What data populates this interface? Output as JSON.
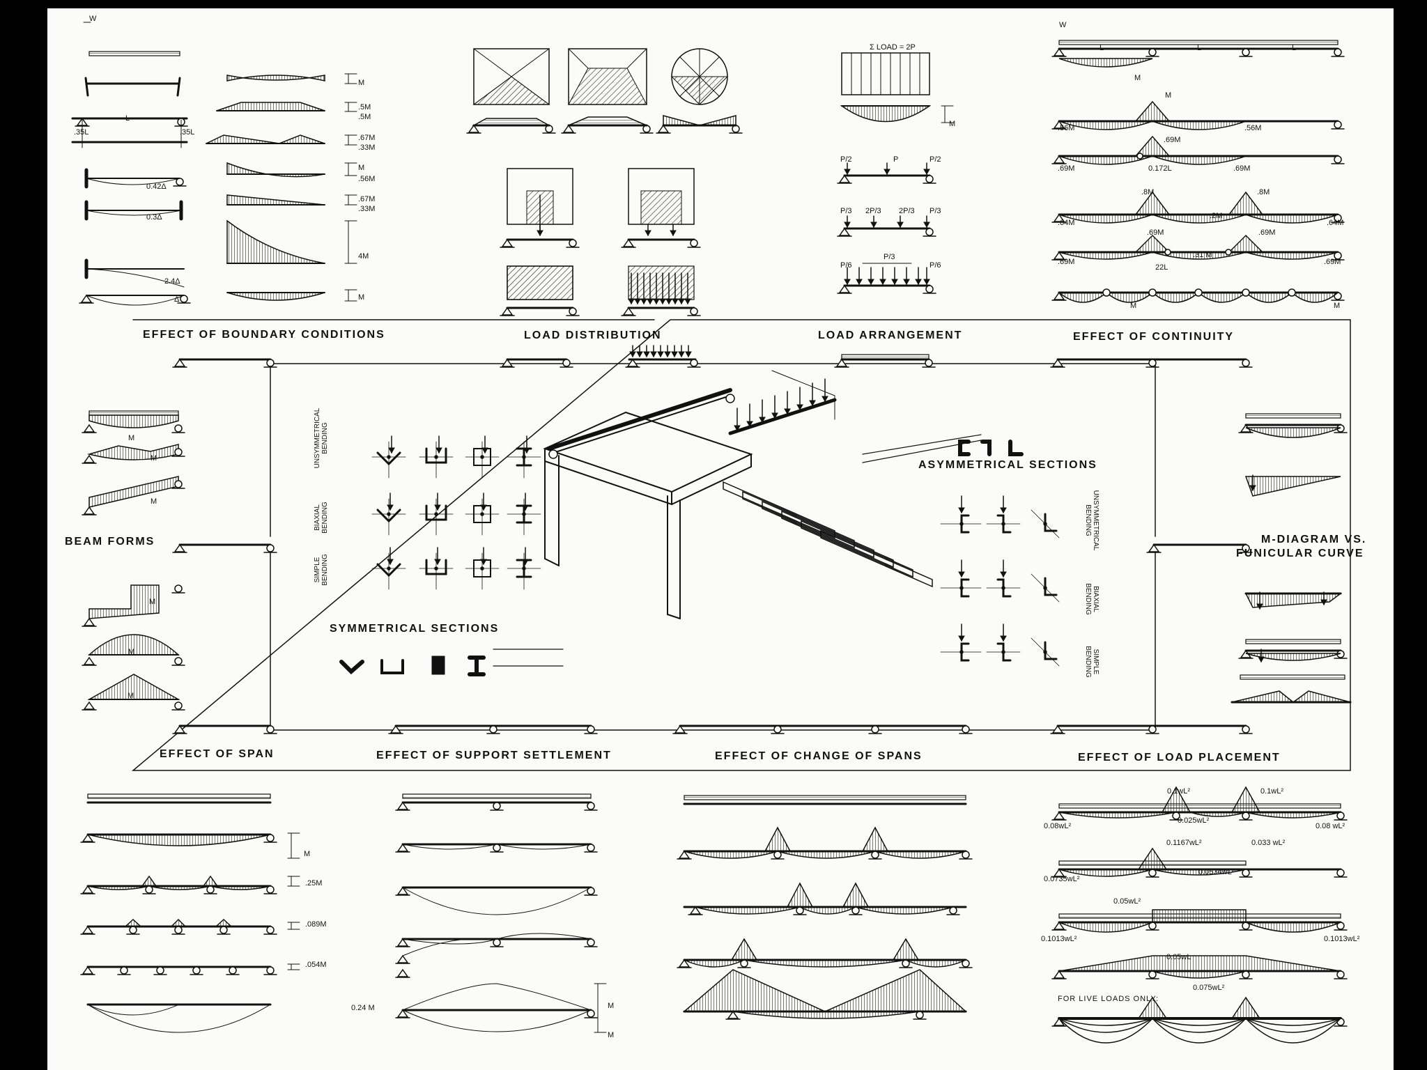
{
  "sections": {
    "boundary": "EFFECT OF BOUNDARY CONDITIONS",
    "load_distribution": "LOAD DISTRIBUTION",
    "load_arrangement": "LOAD ARRANGEMENT",
    "continuity": "EFFECT OF CONTINUITY",
    "beam_forms": "BEAM FORMS",
    "funicular_1": "M-DIAGRAM VS.",
    "funicular_2": "FUNICULAR CURVE",
    "span": "EFFECT OF SPAN",
    "settlement": "EFFECT OF SUPPORT SETTLEMENT",
    "change_spans": "EFFECT OF CHANGE OF SPANS",
    "load_placement": "EFFECT OF LOAD PLACEMENT",
    "symmetrical": "SYMMETRICAL SECTIONS",
    "asymmetrical": "ASYMMETRICAL SECTIONS"
  },
  "row_labels_left": {
    "unsym": "UNSYMMETRICAL\nBENDING",
    "biaxial": "BIAXIAL\nBENDING",
    "simple": "SIMPLE\nBENDING"
  },
  "row_labels_right": {
    "unsym": "UNSYMMETRICAL\nBENDING",
    "biaxial": "BIAXIAL\nBENDING",
    "simple": "SIMPLE\nBENDING"
  },
  "annotations": {
    "w1": "W",
    "L1": "L",
    "p35a": ".35L",
    "p35b": ".35L",
    "d042": "0.42Δ",
    "d03": "0.3Δ",
    "d24": "2.4Δ",
    "dd": "Δ",
    "bM1": "M",
    "b5a": ".5M",
    "b5b": ".5M",
    "b67": ".67M",
    "b33": ".33M",
    "bM2": "M",
    "b56": ".56M",
    "b67b": ".67M",
    "b33b": ".33M",
    "b4M": "4M",
    "bM3": "M",
    "sumload": "Σ LOAD = 2P",
    "la_M": "M",
    "p2a": "P/2",
    "pp": "P",
    "p2b": "P/2",
    "p3a": "P/3",
    "p23a": "2P/3",
    "p23b": "2P/3",
    "p3b": "P/3",
    "p6a": "P/6",
    "p3c": "P/3",
    "p6b": "P/6",
    "cw": "W",
    "cL1": "L",
    "cL2": "L",
    "cL3": "L",
    "cM1": "M",
    "cM2": "M",
    "c56a": ".56M",
    "c56b": ".56M",
    "c69a": ".69M",
    "c69b": ".69M",
    "c69c": ".69M",
    "c172": "0.172L",
    "c8a": ".8M",
    "c8b": ".8M",
    "c2": ".2M",
    "c64a": ".64M",
    "c64b": ".64M",
    "c69d": ".69M",
    "c69e": ".69M",
    "c31": ".31 M",
    "c69f": ".69M",
    "c69g": ".69M",
    "c22": "22L",
    "cM3": "M",
    "cM4": "M",
    "bfM1": "M",
    "bfM2": "M",
    "bfM3": "M",
    "bfM4": "M",
    "bfM5": "M",
    "bfM6": "M",
    "sM": "M",
    "s25": ".25M",
    "s089": ".089M",
    "s054": ".054M",
    "ss024": "0.24 M",
    "ssM1": "M",
    "ssM2": "M",
    "lp01a": "0.1wL²",
    "lp01b": "0.1wL²",
    "lp008a": "0.08wL²",
    "lp0025": "0.025wL²",
    "lp008b": "0.08 wL²",
    "lp1167": "0.1167wL²",
    "lp033": "0.033 wL²",
    "lp0735": "0.0735wL²",
    "lp0534": "0.0534wL²",
    "lp005": "0.05wL²",
    "lp1013a": "0.1013wL²",
    "lp1013b": "0.1013wL²",
    "lp005b": "0.05wL",
    "lp075": "0.075wL²",
    "live": "FOR LIVE LOADS ONLY:"
  }
}
